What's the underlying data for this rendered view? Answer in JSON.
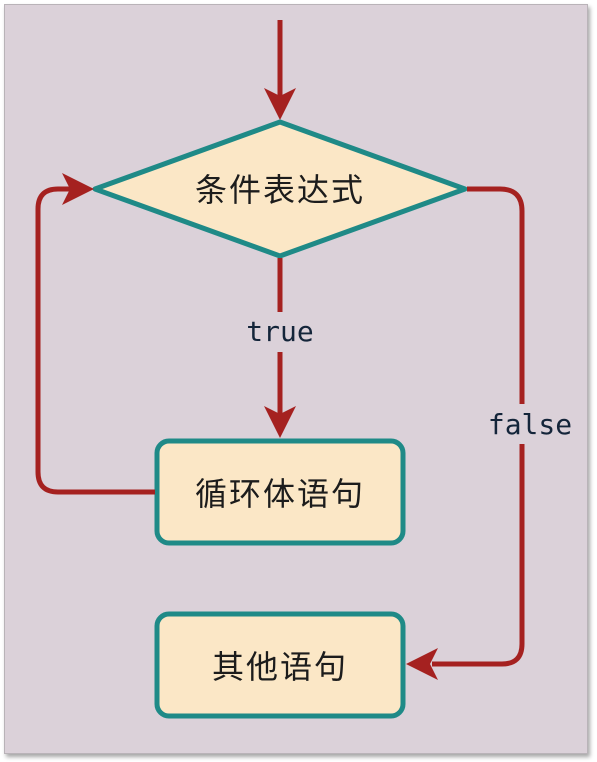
{
  "diagram": {
    "nodes": {
      "condition": "条件表达式",
      "loop_body": "循环体语句",
      "other": "其他语句"
    },
    "edges": {
      "true_label": "true",
      "false_label": "false"
    },
    "colors": {
      "background": "#dbd1d9",
      "node_fill": "#fbe7c6",
      "node_stroke": "#1f8a87",
      "arrow": "#a52120"
    }
  }
}
